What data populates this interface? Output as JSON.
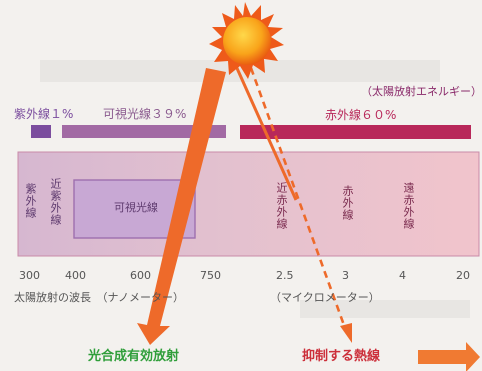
{
  "caption": "（太陽放射エネルギー）",
  "bands": [
    {
      "name": "紫外線",
      "percent_label": "紫外線１%",
      "share_percent": 1,
      "color": "#7b4d9e"
    },
    {
      "name": "可視光線",
      "percent_label": "可視光線３９%",
      "share_percent": 39,
      "color": "#9a5f9a"
    },
    {
      "name": "赤外線",
      "percent_label": "赤外線６０%",
      "share_percent": 60,
      "color": "#b8285a"
    }
  ],
  "regions": {
    "uv": "紫外線",
    "near_uv": "近紫外線",
    "visible": "可視光線",
    "near_ir": "近赤外線",
    "ir": "赤外線",
    "far_ir": "遠赤外線"
  },
  "ticks_nm": [
    "300",
    "400",
    "600",
    "750"
  ],
  "ticks_um": [
    "2.5",
    "3",
    "4",
    "20"
  ],
  "axis_label": "太陽放射の波長　（ナノメーター）",
  "axis_label_um": "（マイクロメーター）",
  "outputs": {
    "photosynthesis": "光合成有効放射",
    "suppressed_heat": "抑制する熱線"
  },
  "colors": {
    "arrow": "#ee6a2a",
    "text_dark": "#8a2a6a",
    "text_green": "#2f9e3a",
    "text_red": "#cc2f3a"
  }
}
